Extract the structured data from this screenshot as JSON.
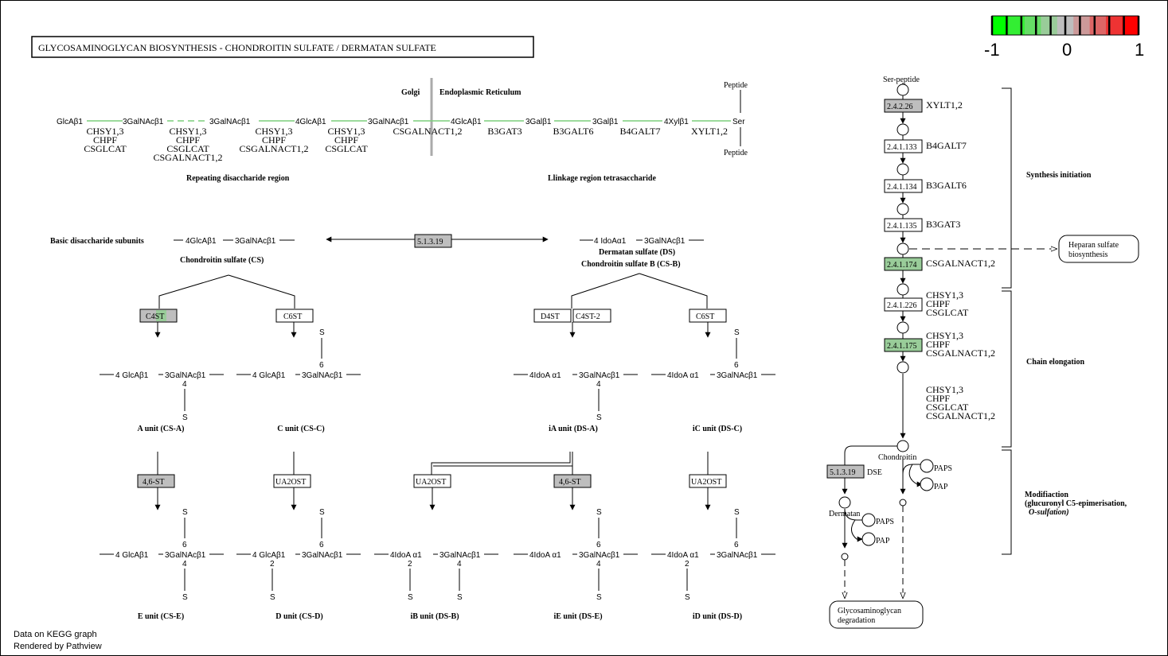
{
  "title": "GLYCOSAMINOGLYCAN  BIOSYNTHESIS - CHONDROITIN  SULFATE / DERMATAN  SULFATE",
  "legend": {
    "min_label": "-1",
    "mid_label": "0",
    "max_label": "1",
    "colors": [
      "#00ff00",
      "#33ee33",
      "#66dd66",
      "#99cc99",
      "#bebebe",
      "#cc9999",
      "#dd6666",
      "#ee3333",
      "#ff0000"
    ]
  },
  "footer": {
    "line1": "Data on KEGG graph",
    "line2": "Rendered by Pathview"
  },
  "header": {
    "golgi": "Golgi",
    "er": "Endoplasmic Reticulum",
    "peptide_top": "Peptide",
    "peptide_bottom": "Peptide",
    "repeating_region": "Repeating disaccharide region",
    "linkage_region": "Llinkage region tetrasaccharide"
  },
  "chain_top": {
    "sugars": [
      "GlcAβ1",
      "3GalNAcβ1",
      "3GalNAcβ1",
      "4GlcAβ1",
      "3GalNAcβ1",
      "4GlcAβ1",
      "3Galβ1",
      "3Galβ1",
      "4Xylβ1",
      "Ser"
    ],
    "enzymes": [
      [
        "CHSY1,3",
        "CHPF",
        "CSGLCAT"
      ],
      [
        "CHSY1,3",
        "CHPF",
        "CSGLCAT",
        "CSGALNACT1,2"
      ],
      [
        "CHSY1,3",
        "CHPF",
        "CSGALNACT1,2"
      ],
      [
        "CHSY1,3",
        "CHPF",
        "CSGLCAT"
      ],
      [
        "CSGALNACT1,2"
      ],
      [
        "B3GAT3"
      ],
      [
        "B3GALT6"
      ],
      [
        "B4GALT7"
      ],
      [
        "XYLT1,2"
      ]
    ]
  },
  "basic": {
    "label": "Basic disaccharide subunits",
    "cs_sugars": [
      "4GlcAβ1",
      "3GalNAcβ1"
    ],
    "cs_name": "Chondroitin sulfate (CS)",
    "epimerase": "5.1.3.19",
    "ds_sugars": [
      "4 IdoAα1",
      "3GalNAcβ1"
    ],
    "ds_name1": "Dermatan sulfate (DS)",
    "ds_name2": "Chondroitin sulfate B (CS-B)"
  },
  "enzymes_row1": [
    "C4ST",
    "C6ST",
    "D4ST",
    "C4ST-2",
    "C6ST"
  ],
  "enzymes_row2": [
    "4,6-ST",
    "UA2OST",
    "UA2OST",
    "4,6-ST",
    "UA2OST"
  ],
  "units": {
    "sulfate": "S",
    "pos4": "4",
    "pos6": "6",
    "pos2": "2",
    "glcA": "4 GlcAβ1",
    "galnac": "3GalNAcβ1",
    "idoA": "4IdoA α1",
    "a": "A unit (CS-A)",
    "c": "C unit (CS-C)",
    "ia": "iA unit (DS-A)",
    "ic": "iC unit (DS-C)",
    "e": "E unit (CS-E)",
    "d": "D unit (CS-D)",
    "ib": "iB unit (DS-B)",
    "ie": "iE unit (DS-E)",
    "id": "iD unit (DS-D)"
  },
  "right_panel": {
    "ser_peptide": "Ser-peptide",
    "ec": [
      "2.4.2.26",
      "2.4.1.133",
      "2.4.1.134",
      "2.4.1.135",
      "2.4.1.174",
      "2.4.1.226",
      "2.4.1.175"
    ],
    "genes": [
      [
        "XYLT1,2"
      ],
      [
        "B4GALT7"
      ],
      [
        "B3GALT6"
      ],
      [
        "B3GAT3"
      ],
      [
        "CSGALNACT1,2"
      ],
      [
        "CHSY1,3",
        "CHPF",
        "CSGLCAT"
      ],
      [
        "CHSY1,3",
        "CHPF",
        "CSGALNACT1,2"
      ]
    ],
    "elongation_genes": [
      "CHSY1,3",
      "CHPF",
      "CSGLCAT",
      "CSGALNACT1,2"
    ],
    "heparan": [
      "Heparan sulfate",
      "biosynthesis"
    ],
    "synthesis_initiation": "Synthesis initiation",
    "chain_elongation": "Chain elongation",
    "modification": [
      "Modifiaction",
      "(glucuronyl C5-epimerisation,",
      "O-sulfation)"
    ],
    "chondroitin": "Chondroitin",
    "dermatan": "Dermatan",
    "dse_ec": "5.1.3.19",
    "dse": "DSE",
    "paps": "PAPS",
    "pap": "PAP",
    "degradation": [
      "Glycosaminoglycan",
      "degradation"
    ]
  }
}
